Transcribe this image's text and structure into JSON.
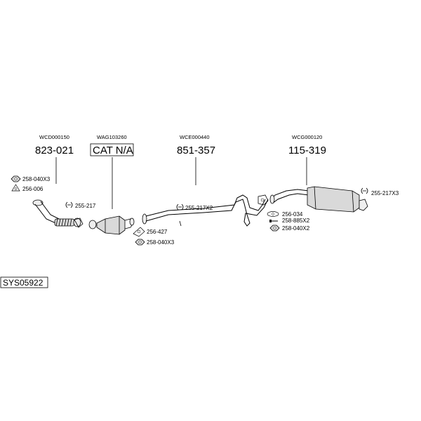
{
  "system_id": "SYS05922",
  "assemblies": [
    {
      "code": "WCD000150",
      "part": "823-021"
    },
    {
      "code": "WAG103260",
      "part": "CAT N/A"
    },
    {
      "code": "WCE000440",
      "part": "851-357"
    },
    {
      "code": "WCG000120",
      "part": "115-319"
    }
  ],
  "callouts": {
    "nut_front": "258-040X3",
    "gasket_front": "256-006",
    "clamp_front": "255-217",
    "gasket_cat": "256-427",
    "nut_cat": "258-040X3",
    "clamp_mid": "255-217X2",
    "gasket_rear": "256-034",
    "bolt_rear": "258-885X2",
    "nut_rear": "258-040X2",
    "clamp_rear": "255-217X3"
  }
}
